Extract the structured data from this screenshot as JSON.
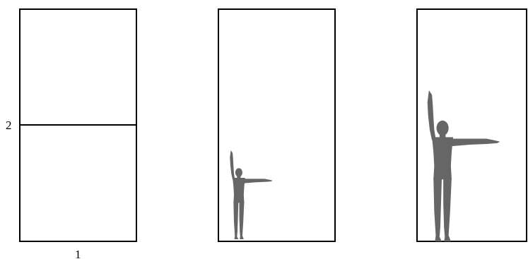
{
  "labels": {
    "height_label": "2",
    "width_label": "1"
  },
  "panels": [
    {
      "name": "grid-panel",
      "content": "unit squares"
    },
    {
      "name": "figure-panel-small"
    },
    {
      "name": "figure-panel-large"
    }
  ],
  "colors": {
    "stroke": "#000000",
    "figure": "#666666",
    "background": "#ffffff"
  },
  "icons": {
    "figure": "standing-person-raised-arm-icon"
  }
}
